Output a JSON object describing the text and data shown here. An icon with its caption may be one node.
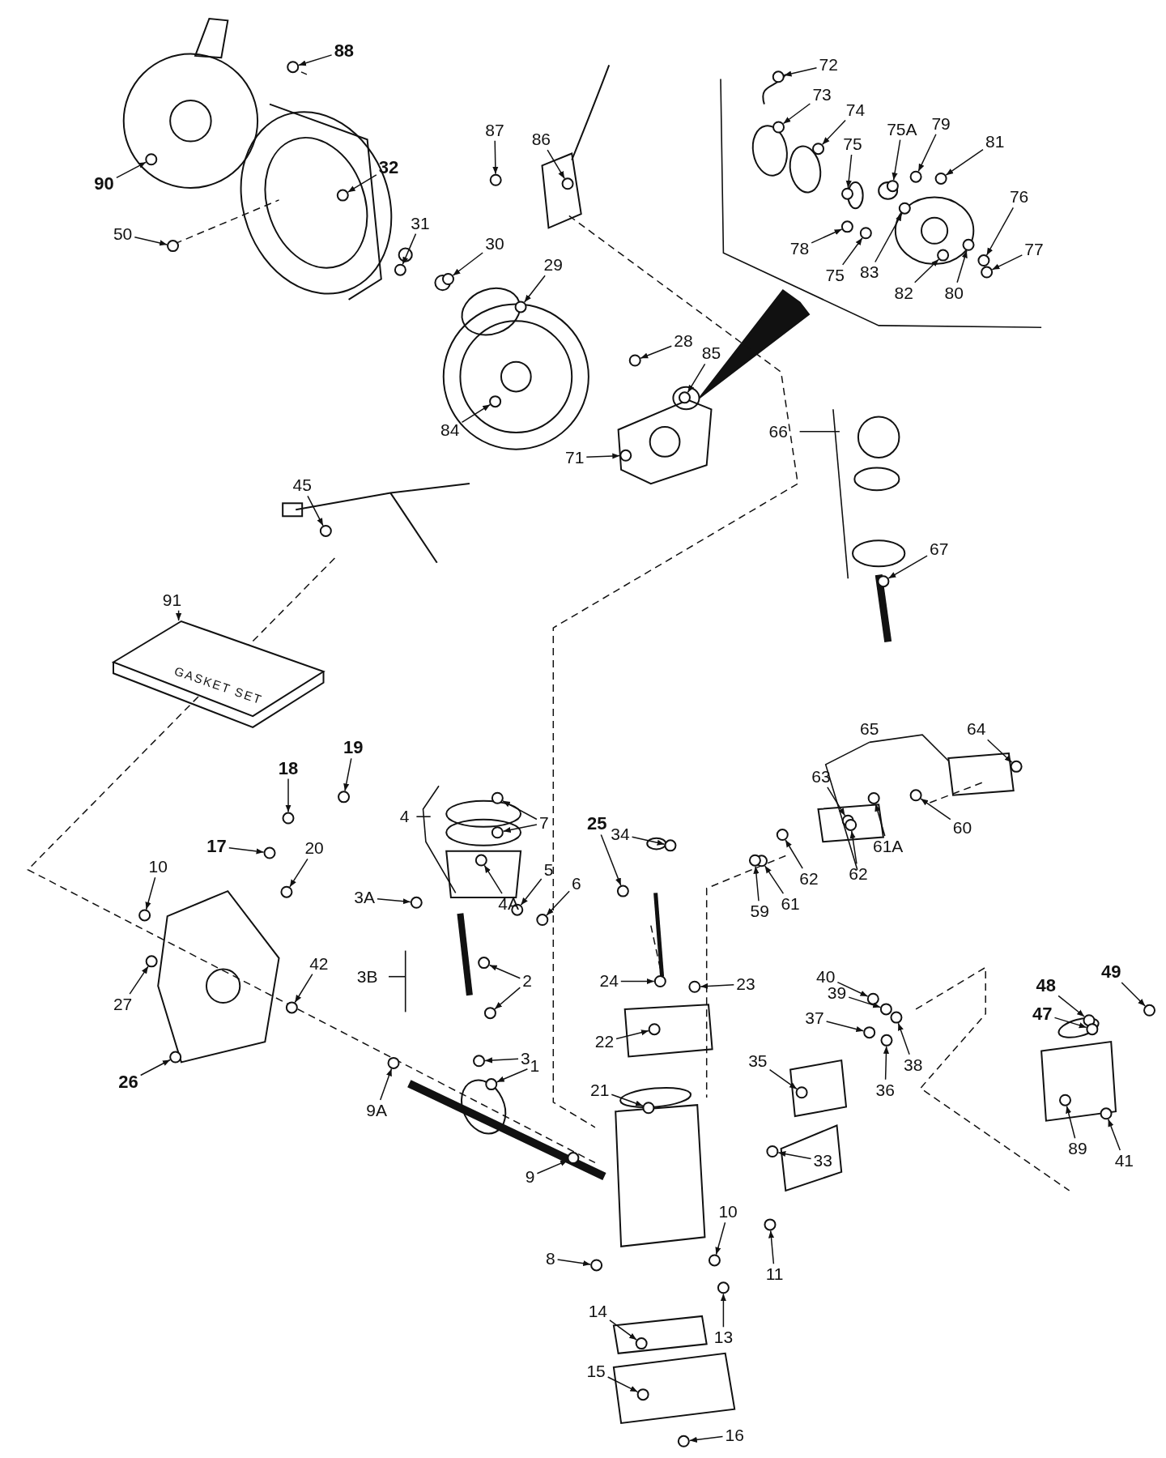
{
  "diagram": {
    "nodes": [
      {
        "text": [
          "88"
        ]
      },
      {
        "text": [
          "90"
        ]
      },
      {
        "text": [
          "32"
        ]
      },
      {
        "text": [
          "50"
        ]
      },
      {
        "text": [
          "87"
        ]
      },
      {
        "text": [
          "86"
        ]
      },
      {
        "text": [
          "31"
        ]
      },
      {
        "text": [
          "30"
        ]
      },
      {
        "text": [
          "29"
        ]
      },
      {
        "text": [
          "72"
        ]
      },
      {
        "text": [
          "73"
        ]
      },
      {
        "text": [
          "74"
        ]
      },
      {
        "text": [
          "75"
        ]
      },
      {
        "text": [
          "75A"
        ]
      },
      {
        "text": [
          "79"
        ]
      },
      {
        "text": [
          "81"
        ]
      },
      {
        "text": [
          "76"
        ]
      },
      {
        "text": [
          "77"
        ]
      },
      {
        "text": [
          "78"
        ]
      },
      {
        "text": [
          "75"
        ]
      },
      {
        "text": [
          "83"
        ]
      },
      {
        "text": [
          "82"
        ]
      },
      {
        "text": [
          "80"
        ]
      },
      {
        "text": [
          "28"
        ]
      },
      {
        "text": [
          "85"
        ]
      },
      {
        "text": [
          "84"
        ]
      },
      {
        "text": [
          "71"
        ]
      },
      {
        "text": [
          "45"
        ]
      },
      {
        "text": [
          "67"
        ]
      },
      {
        "text": [
          "91"
        ]
      },
      {
        "text": [
          "64"
        ]
      },
      {
        "text": [
          "63"
        ]
      },
      {
        "text": [
          "60"
        ]
      },
      {
        "text": [
          "61A"
        ]
      },
      {
        "text": [
          "62"
        ]
      },
      {
        "text": [
          "62"
        ]
      },
      {
        "text": [
          "61"
        ]
      },
      {
        "text": [
          "59"
        ]
      },
      {
        "text": [
          "19"
        ]
      },
      {
        "text": [
          "18"
        ]
      },
      {
        "text": [
          "17"
        ]
      },
      {
        "text": [
          "20"
        ]
      },
      {
        "text": [
          "7"
        ]
      },
      {
        "text": [
          "34"
        ]
      },
      {
        "text": [
          "25"
        ]
      },
      {
        "text": [
          "5"
        ]
      },
      {
        "text": [
          "6"
        ]
      },
      {
        "text": [
          "3A"
        ]
      },
      {
        "text": [
          "4A"
        ]
      },
      {
        "text": [
          "10"
        ]
      },
      {
        "text": [
          "2"
        ]
      },
      {
        "text": [
          "24"
        ]
      },
      {
        "text": [
          "23"
        ]
      },
      {
        "text": [
          "40"
        ]
      },
      {
        "text": [
          "39"
        ]
      },
      {
        "text": [
          "37"
        ]
      },
      {
        "text": [
          "49"
        ]
      },
      {
        "text": [
          "48"
        ]
      },
      {
        "text": [
          "47"
        ]
      },
      {
        "text": [
          "27"
        ]
      },
      {
        "text": [
          "42"
        ]
      },
      {
        "text": [
          "3"
        ]
      },
      {
        "text": [
          "22"
        ]
      },
      {
        "text": [
          "21"
        ]
      },
      {
        "text": [
          "35"
        ]
      },
      {
        "text": [
          "38"
        ]
      },
      {
        "text": [
          "36"
        ]
      },
      {
        "text": [
          "26"
        ]
      },
      {
        "text": [
          "9A"
        ]
      },
      {
        "text": [
          "1"
        ]
      },
      {
        "text": [
          "33"
        ]
      },
      {
        "text": [
          "89"
        ]
      },
      {
        "text": [
          "41"
        ]
      },
      {
        "text": [
          "9"
        ]
      },
      {
        "text": [
          "10"
        ]
      },
      {
        "text": [
          "8"
        ]
      },
      {
        "text": [
          "11"
        ]
      },
      {
        "text": [
          "14"
        ]
      },
      {
        "text": [
          "13"
        ]
      },
      {
        "text": [
          "15"
        ]
      },
      {
        "text": [
          "16"
        ]
      },
      {
        "text": [
          "GASKET SET"
        ]
      },
      {
        "text": [],
        "shape": "circle"
      },
      {
        "text": [],
        "shape": "circle"
      },
      {
        "text": [],
        "shape": "circle"
      },
      {
        "text": [],
        "shape": "circle"
      },
      {
        "text": [],
        "shape": "circle"
      },
      {
        "text": [],
        "shape": "circle"
      },
      {
        "text": [],
        "shape": "circle"
      },
      {
        "text": [],
        "shape": "circle"
      },
      {
        "text": [],
        "shape": "circle"
      },
      {
        "text": [],
        "shape": "circle"
      },
      {
        "text": [],
        "shape": "circle"
      },
      {
        "text": [],
        "shape": "circle"
      },
      {
        "text": [],
        "shape": "circle"
      },
      {
        "text": [],
        "shape": "circle"
      },
      {
        "text": [],
        "shape": "circle"
      },
      {
        "text": [],
        "shape": "circle"
      },
      {
        "text": [],
        "shape": "circle"
      },
      {
        "text": [],
        "shape": "circle"
      },
      {
        "text": [],
        "shape": "circle"
      },
      {
        "text": [],
        "shape": "circle"
      },
      {
        "text": [],
        "shape": "circle"
      },
      {
        "text": [],
        "shape": "circle"
      },
      {
        "text": [],
        "shape": "circle"
      },
      {
        "text": [],
        "shape": "circle"
      },
      {
        "text": [],
        "shape": "circle"
      },
      {
        "text": [],
        "shape": "circle"
      },
      {
        "text": [],
        "shape": "circle"
      },
      {
        "text": [],
        "shape": "circle"
      },
      {
        "text": [],
        "shape": "circle"
      },
      {
        "text": [],
        "shape": "circle"
      },
      {
        "text": [],
        "shape": "circle"
      },
      {
        "text": [],
        "shape": "circle"
      },
      {
        "text": [],
        "shape": "circle"
      },
      {
        "text": [],
        "shape": "circle"
      },
      {
        "text": [],
        "shape": "circle"
      },
      {
        "text": [],
        "shape": "circle"
      },
      {
        "text": [],
        "shape": "circle"
      },
      {
        "text": [],
        "shape": "circle"
      },
      {
        "text": [],
        "shape": "circle"
      },
      {
        "text": [],
        "shape": "circle"
      },
      {
        "text": [],
        "shape": "circle"
      },
      {
        "text": [],
        "shape": "circle"
      },
      {
        "text": [],
        "shape": "circle"
      },
      {
        "text": [],
        "shape": "circle"
      },
      {
        "text": [],
        "shape": "circle"
      },
      {
        "text": [],
        "shape": "circle"
      },
      {
        "text": [],
        "shape": "circle"
      },
      {
        "text": [],
        "shape": "circle"
      },
      {
        "text": [],
        "shape": "circle"
      },
      {
        "text": [],
        "shape": "circle"
      },
      {
        "text": [],
        "shape": "circle"
      },
      {
        "text": [],
        "shape": "circle"
      },
      {
        "text": [],
        "shape": "circle"
      },
      {
        "text": [],
        "shape": "circle"
      },
      {
        "text": [],
        "shape": "circle"
      },
      {
        "text": [],
        "shape": "circle"
      },
      {
        "text": [],
        "shape": "circle"
      },
      {
        "text": [],
        "shape": "circle"
      },
      {
        "text": [],
        "shape": "circle"
      },
      {
        "text": [],
        "shape": "circle"
      },
      {
        "text": [],
        "shape": "circle"
      },
      {
        "text": [],
        "shape": "circle"
      },
      {
        "text": [],
        "shape": "circle"
      },
      {
        "text": [],
        "shape": "circle"
      },
      {
        "text": [],
        "shape": "circle"
      },
      {
        "text": [],
        "shape": "circle"
      },
      {
        "text": [],
        "shape": "circle"
      },
      {
        "text": [],
        "shape": "circle"
      },
      {
        "text": [],
        "shape": "circle"
      },
      {
        "text": [],
        "shape": "circle"
      },
      {
        "text": [],
        "shape": "circle"
      },
      {
        "text": [],
        "shape": "circle"
      },
      {
        "text": [],
        "shape": "circle"
      },
      {
        "text": [],
        "shape": "circle"
      },
      {
        "text": [],
        "shape": "circle"
      },
      {
        "text": [],
        "shape": "circle"
      },
      {
        "text": [],
        "shape": "circle"
      },
      {
        "text": [],
        "shape": "circle"
      },
      {
        "text": [],
        "shape": "circle"
      },
      {
        "text": [],
        "shape": "circle"
      },
      {
        "text": [],
        "shape": "circle"
      },
      {
        "text": [],
        "shape": "circle"
      }
    ],
    "edges": [
      {
        "from": 0,
        "to": 82,
        "arrow": "to"
      },
      {
        "from": 1,
        "to": 83,
        "arrow": "to"
      },
      {
        "from": 2,
        "to": 84,
        "arrow": "to"
      },
      {
        "from": 3,
        "to": 85,
        "arrow": "to"
      },
      {
        "from": 4,
        "to": 86,
        "arrow": "to"
      },
      {
        "from": 5,
        "to": 87,
        "arrow": "to"
      },
      {
        "from": 6,
        "to": 88,
        "arrow": "to"
      },
      {
        "from": 7,
        "to": 89,
        "arrow": "to"
      },
      {
        "from": 8,
        "to": 90,
        "arrow": "to"
      },
      {
        "from": 9,
        "to": 91,
        "arrow": "to"
      },
      {
        "from": 10,
        "to": 92,
        "arrow": "to"
      },
      {
        "from": 11,
        "to": 93,
        "arrow": "to"
      },
      {
        "from": 12,
        "to": 94,
        "arrow": "to"
      },
      {
        "from": 13,
        "to": 95,
        "arrow": "to"
      },
      {
        "from": 14,
        "to": 96,
        "arrow": "to"
      },
      {
        "from": 15,
        "to": 97,
        "arrow": "to"
      },
      {
        "from": 16,
        "to": 98,
        "arrow": "to"
      },
      {
        "from": 17,
        "to": 99,
        "arrow": "to"
      },
      {
        "from": 18,
        "to": 100,
        "arrow": "to"
      },
      {
        "from": 19,
        "to": 101,
        "arrow": "to"
      },
      {
        "from": 20,
        "to": 102,
        "arrow": "to"
      },
      {
        "from": 21,
        "to": 103,
        "arrow": "to"
      },
      {
        "from": 22,
        "to": 104,
        "arrow": "to"
      },
      {
        "from": 23,
        "to": 105,
        "arrow": "to"
      },
      {
        "from": 24,
        "to": 106,
        "arrow": "to"
      },
      {
        "from": 25,
        "to": 107,
        "arrow": "to"
      },
      {
        "from": 26,
        "to": 108,
        "arrow": "to"
      },
      {
        "from": 27,
        "to": 109,
        "arrow": "to"
      },
      {
        "from": 28,
        "to": 110,
        "arrow": "to"
      },
      {
        "from": 29,
        "to": 81,
        "arrow": "to"
      },
      {
        "from": 30,
        "to": 111,
        "arrow": "to"
      },
      {
        "from": 31,
        "to": 112,
        "arrow": "to"
      },
      {
        "from": 32,
        "to": 113,
        "arrow": "to"
      },
      {
        "from": 33,
        "to": 114,
        "arrow": "to"
      },
      {
        "from": 34,
        "to": 115,
        "arrow": "to"
      },
      {
        "from": 35,
        "to": 116,
        "arrow": "to"
      },
      {
        "from": 36,
        "to": 117,
        "arrow": "to"
      },
      {
        "from": 37,
        "to": 118,
        "arrow": "to"
      },
      {
        "from": 38,
        "to": 119,
        "arrow": "to"
      },
      {
        "from": 39,
        "to": 120,
        "arrow": "to"
      },
      {
        "from": 40,
        "to": 121,
        "arrow": "to"
      },
      {
        "from": 41,
        "to": 122,
        "arrow": "to"
      },
      {
        "from": 42,
        "to": 123,
        "arrow": "to"
      },
      {
        "from": 42,
        "to": 124,
        "arrow": "to"
      },
      {
        "from": 43,
        "to": 125,
        "arrow": "to"
      },
      {
        "from": 44,
        "to": 126,
        "arrow": "to"
      },
      {
        "from": 45,
        "to": 127,
        "arrow": "to"
      },
      {
        "from": 46,
        "to": 128,
        "arrow": "to"
      },
      {
        "from": 47,
        "to": 129,
        "arrow": "to"
      },
      {
        "from": 48,
        "to": 130,
        "arrow": "to"
      },
      {
        "from": 49,
        "to": 131,
        "arrow": "to"
      },
      {
        "from": 50,
        "to": 132,
        "arrow": "to"
      },
      {
        "from": 50,
        "to": 133,
        "arrow": "to"
      },
      {
        "from": 51,
        "to": 134,
        "arrow": "to"
      },
      {
        "from": 52,
        "to": 135,
        "arrow": "to"
      },
      {
        "from": 53,
        "to": 136,
        "arrow": "to"
      },
      {
        "from": 54,
        "to": 137,
        "arrow": "to"
      },
      {
        "from": 55,
        "to": 138,
        "arrow": "to"
      },
      {
        "from": 56,
        "to": 139,
        "arrow": "to"
      },
      {
        "from": 57,
        "to": 140,
        "arrow": "to"
      },
      {
        "from": 58,
        "to": 141,
        "arrow": "to"
      },
      {
        "from": 59,
        "to": 142,
        "arrow": "to"
      },
      {
        "from": 60,
        "to": 143,
        "arrow": "to"
      },
      {
        "from": 61,
        "to": 144,
        "arrow": "to"
      },
      {
        "from": 62,
        "to": 145,
        "arrow": "to"
      },
      {
        "from": 63,
        "to": 146,
        "arrow": "to"
      },
      {
        "from": 64,
        "to": 147,
        "arrow": "to"
      },
      {
        "from": 65,
        "to": 148,
        "arrow": "to"
      },
      {
        "from": 66,
        "to": 149,
        "arrow": "to"
      },
      {
        "from": 67,
        "to": 150,
        "arrow": "to"
      },
      {
        "from": 68,
        "to": 151,
        "arrow": "to"
      },
      {
        "from": 69,
        "to": 152,
        "arrow": "to"
      },
      {
        "from": 70,
        "to": 153,
        "arrow": "to"
      },
      {
        "from": 71,
        "to": 154,
        "arrow": "to"
      },
      {
        "from": 72,
        "to": 155,
        "arrow": "to"
      },
      {
        "from": 73,
        "to": 156,
        "arrow": "to"
      },
      {
        "from": 74,
        "to": 157,
        "arrow": "to"
      },
      {
        "from": 75,
        "to": 158,
        "arrow": "to"
      },
      {
        "from": 76,
        "to": 159,
        "arrow": "to"
      },
      {
        "from": 77,
        "to": 160,
        "arrow": "to"
      },
      {
        "from": 78,
        "to": 161,
        "arrow": "to"
      },
      {
        "from": 79,
        "to": 162,
        "arrow": "to"
      },
      {
        "from": 80,
        "to": 163,
        "arrow": "to"
      }
    ],
    "labels": [
      "66",
      "65",
      "4",
      "3B"
    ]
  }
}
